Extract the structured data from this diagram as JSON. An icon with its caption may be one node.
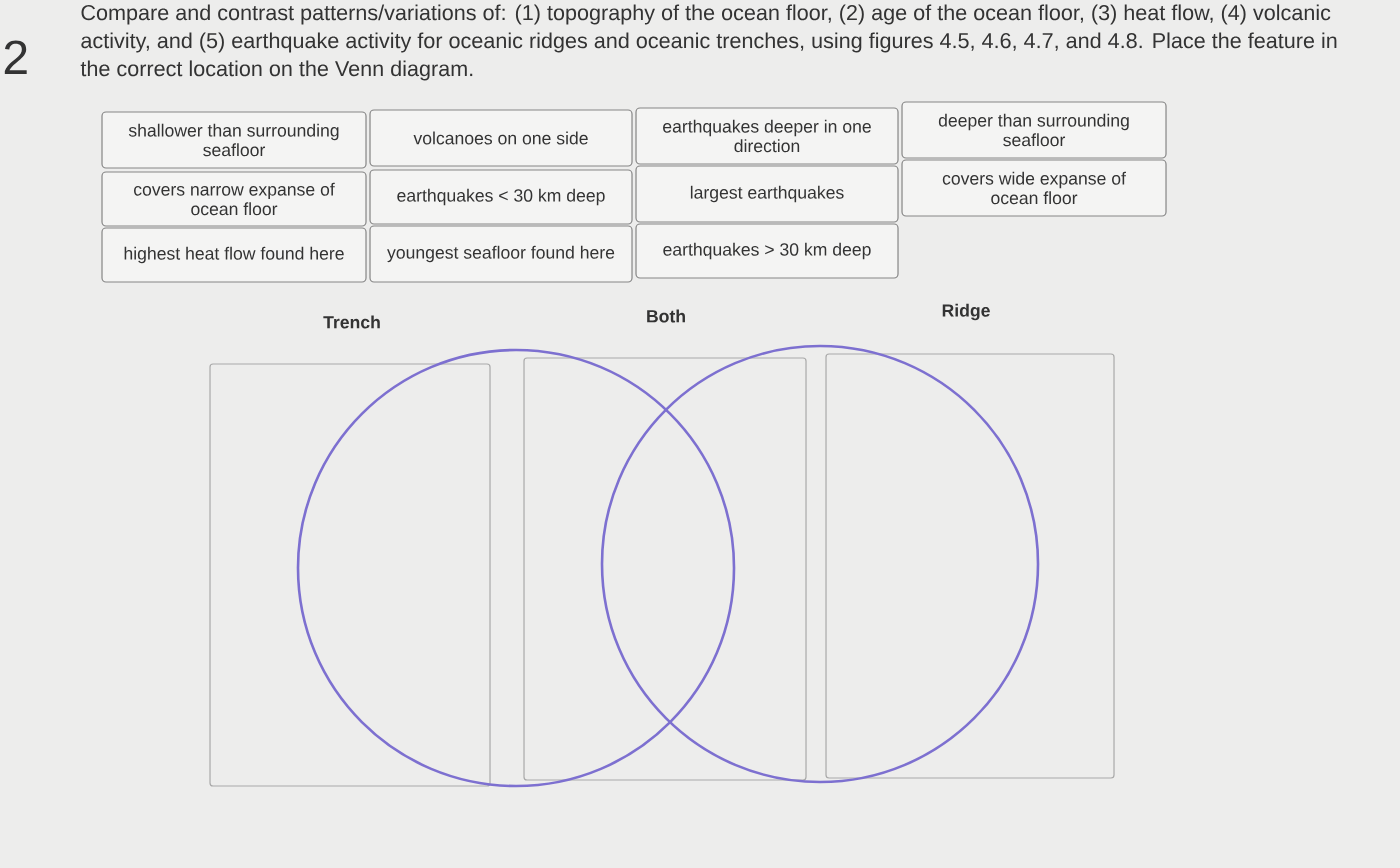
{
  "diagram": {
    "nodes": [
      {
        "text": [
          "shallower than surrounding seafloor"
        ]
      },
      {
        "text": [
          "volcanoes on one side"
        ]
      },
      {
        "text": [
          "earthquakes deeper in one direction"
        ]
      },
      {
        "text": [
          "deeper than surrounding seafloor"
        ]
      },
      {
        "text": [
          "covers narrow expanse of ocean floor"
        ]
      },
      {
        "text": [
          "earthquakes < 30 km deep"
        ]
      },
      {
        "text": [
          "largest earthquakes"
        ]
      },
      {
        "text": [
          "covers wide expanse of ocean floor"
        ]
      },
      {
        "text": [
          "highest heat flow found here"
        ]
      },
      {
        "text": [
          "youngest seafloor found here"
        ]
      },
      {
        "text": [
          "earthquakes > 30 km deep"
        ]
      },
      {
        "text": [
          "Trench"
        ]
      },
      {
        "text": [
          "Both"
        ]
      },
      {
        "text": [
          "Ridge"
        ]
      },
      {
        "text": [],
        "shape": "circle"
      },
      {
        "text": [],
        "shape": "circle"
      }
    ],
    "labels": [
      "2",
      "Compare and contrast patterns/variations of: (1) topography of the ocean floor, (2) age of the ocean floor, (3) heat flow, (4) volcanic activity, and (5) earthquake activity for oceanic ridges and oceanic trenches, using figures 4.5, 4.6, 4.7, and 4.8. Place the feature in the correct location on the Venn diagram."
    ]
  }
}
